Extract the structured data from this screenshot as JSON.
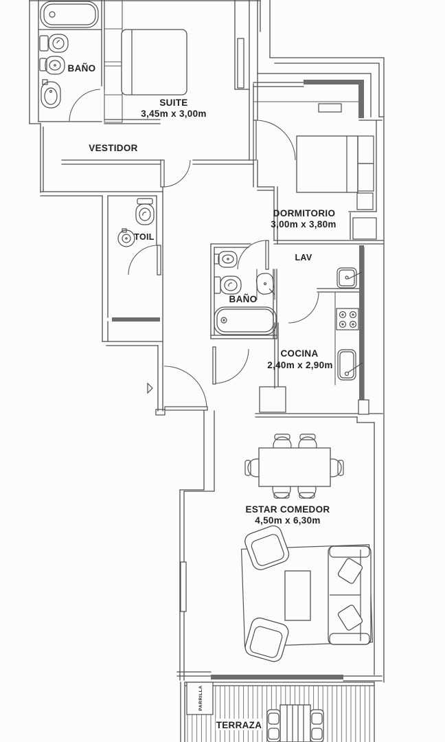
{
  "document": {
    "type": "apartment-floor-plan-scan"
  },
  "colors": {
    "background": "#fcfcfc",
    "wall_line": "#4c4c4c",
    "dark_wall": "#6d6d6d",
    "label_text": "#1f1f1f"
  },
  "rooms": {
    "bano_suite": {
      "label": "BAÑO"
    },
    "suite": {
      "label": "SUITE",
      "dims": "3,45m x 3,00m"
    },
    "vestidor": {
      "label": "VESTIDOR"
    },
    "toilette": {
      "label": "TOIL"
    },
    "dormitorio": {
      "label": "DORMITORIO",
      "dims": "3,00m x 3,80m"
    },
    "lavadero": {
      "label": "LAV"
    },
    "bano": {
      "label": "BAÑO"
    },
    "cocina": {
      "label": "COCINA",
      "dims": "2,40m x 2,90m"
    },
    "estar_comedor": {
      "label": "ESTAR COMEDOR",
      "dims": "4,50m x 6,30m"
    },
    "terraza": {
      "label": "TERRAZA"
    },
    "parrilla": {
      "label": "PARRILLA"
    }
  }
}
